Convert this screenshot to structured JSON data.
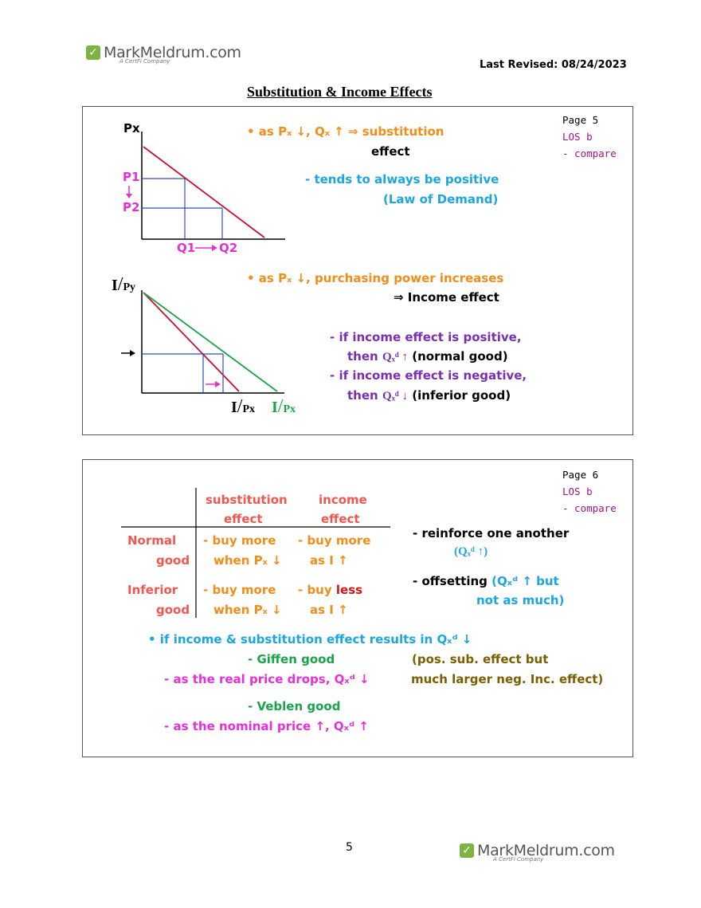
{
  "header": {
    "logo_name": "MarkMeldrum.com",
    "logo_sub": "A CertFi Company",
    "last_revised": "Last Revised: 08/24/2023",
    "title": "Substitution & Income Effects"
  },
  "box1": {
    "page": "Page 5",
    "los": "LOS b",
    "compare": "- compare",
    "graph1": {
      "axis_label": "Px",
      "p1": "P1",
      "p2": "P2",
      "q1": "Q1",
      "q2": "Q2"
    },
    "text1": {
      "line1": "• as Pₓ ↓, Qₓ ↑ ⇒ substitution",
      "line2": "effect"
    },
    "text2": {
      "line1": "- tends to always be positive",
      "line2": "(Law of Demand)"
    },
    "graph2": {
      "y_label_num": "I",
      "y_label_den": "Py",
      "x_label_num": "I",
      "x_label_den": "Px",
      "x2_label_num": "I",
      "x2_label_den": "Px"
    },
    "text3": {
      "line1": "• as Pₓ ↓, purchasing power increases",
      "line2": "⇒ Income effect"
    },
    "text4": {
      "line1": "- if income effect is positive,",
      "line2a": "then ",
      "line2b": "Qₓᵈ ↑",
      "line2c": " (normal good)",
      "line3": "- if income effect is negative,",
      "line4a": "then ",
      "line4b": "Qₓᵈ ↓",
      "line4c": " (inferior good)"
    }
  },
  "box2": {
    "page": "Page 6",
    "los": "LOS b",
    "compare": "- compare",
    "table": {
      "col1_line1": "substitution",
      "col1_line2": "effect",
      "col2_line1": "income",
      "col2_line2": "effect",
      "row1_label1": "Normal",
      "row1_label2": "good",
      "row1_c1_l1": "- buy more",
      "row1_c1_l2": "when Pₓ ↓",
      "row1_c2_l1": "- buy more",
      "row1_c2_l2": "as I ↑",
      "row2_label1": "Inferior",
      "row2_label2": "good",
      "row2_c1_l1": "- buy more",
      "row2_c1_l2": "when Pₓ ↓",
      "row2_c2_l1a": "- buy ",
      "row2_c2_l1b": "less",
      "row2_c2_l2": "as I ↑"
    },
    "right1": {
      "line1": "- reinforce one another",
      "line2": "(Qₓᵈ ↑)"
    },
    "right2": {
      "line1a": "- offsetting ",
      "line1b": "(Qₓᵈ ↑  but",
      "line2": "not as much)"
    },
    "bottom": {
      "line1": "• if income & substitution effect results in Qₓᵈ ↓",
      "giffen": "- Giffen good",
      "giffen_note1": "(pos. sub. effect but",
      "giffen_note2": "much larger neg. Inc. effect)",
      "giffen_desc": "- as the real price drops, Qₓᵈ ↓",
      "veblen": "- Veblen good",
      "veblen_desc": "- as the nominal price ↑, Qₓᵈ ↑"
    }
  },
  "footer": {
    "page_number": "5",
    "logo_name": "MarkMeldrum.com",
    "logo_sub": "A CertFi Company"
  }
}
